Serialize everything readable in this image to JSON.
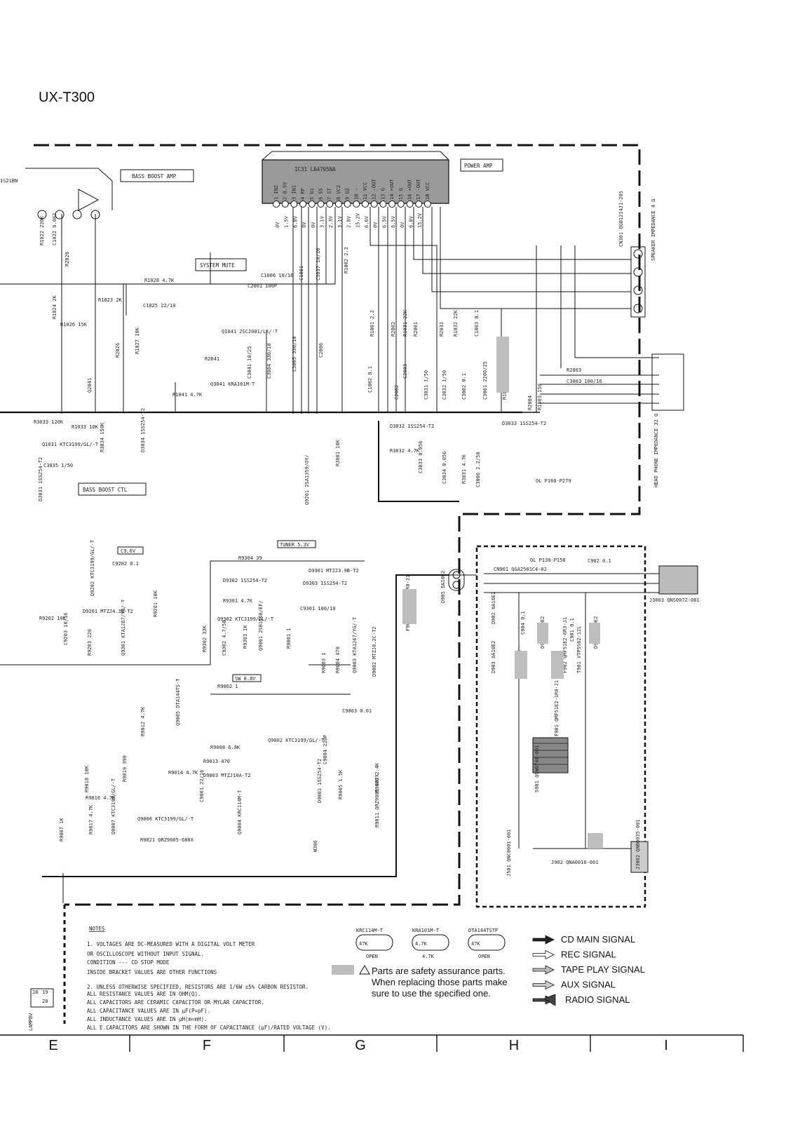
{
  "model": "UX-T300",
  "blocks": {
    "bass_boost_amp": "BASS BOOST AMP",
    "power_amp": "POWER AMP",
    "system_mute": "SYSTEM MUTE",
    "bass_boost_ctl": "BASS BOOST CTL",
    "ic": "IC31 LA4705NA",
    "c9_6v": "C9.6V",
    "tuner_5_3v": "TUNER 5.3V",
    "sw_8_8v": "SW 8.8V",
    "ol_1": "OL P160-P279",
    "ol_2": "OL P130-P158",
    "ic_left": "1S21BN"
  },
  "ic_pins": [
    "1 IN2",
    "2 0.5V",
    "3 IN1",
    "4 RF",
    "5 G1",
    "6 SS",
    "7 ST",
    "8 VC2",
    "9 G2",
    "10 -",
    "11 VCC",
    "12 -OUT",
    "13 G",
    "14 +OUT",
    "15 G",
    "16 +OUT",
    "17 -OUT",
    "18 VCC"
  ],
  "pin_voltages": [
    "0V",
    "1.5V",
    "6.8V",
    "0V",
    "0V",
    "3.1V",
    "2.3V",
    "3.1V",
    "2.0V",
    "15.2V",
    "6.6V",
    "0V",
    "6.5V",
    "6.5V",
    "0V",
    "6.8V",
    "15.2V"
  ],
  "components": [
    {
      "id": "R1022",
      "val": "220K"
    },
    {
      "id": "C1022",
      "val": "0.082"
    },
    {
      "id": "R2028",
      "val": ""
    },
    {
      "id": "R1028",
      "val": "4.7K"
    },
    {
      "id": "C1025",
      "val": "22/10"
    },
    {
      "id": "R1023",
      "val": "2K"
    },
    {
      "id": "R1024",
      "val": "2K"
    },
    {
      "id": "R1026",
      "val": "15K"
    },
    {
      "id": "R2026",
      "val": ""
    },
    {
      "id": "R1027",
      "val": "10K"
    },
    {
      "id": "Q2041",
      "val": ""
    },
    {
      "id": "R2041",
      "val": ""
    },
    {
      "id": "Q1041",
      "val": "2SC2001/LK/-T"
    },
    {
      "id": "R1041",
      "val": "4.7K"
    },
    {
      "id": "Q3041",
      "val": "KRA101M-T"
    },
    {
      "id": "C3041",
      "val": "10/25"
    },
    {
      "id": "C3004",
      "val": "330/10"
    },
    {
      "id": "C3005",
      "val": "330/10"
    },
    {
      "id": "C2006",
      "val": ""
    },
    {
      "id": "C1006",
      "val": "10/16"
    },
    {
      "id": "C2001",
      "val": "100P"
    },
    {
      "id": "C1001",
      "val": ""
    },
    {
      "id": "C3037",
      "val": "10/16"
    },
    {
      "id": "R1002",
      "val": "2.2"
    },
    {
      "id": "R1001",
      "val": "2.2"
    },
    {
      "id": "R2002",
      "val": ""
    },
    {
      "id": "R2001",
      "val": ""
    },
    {
      "id": "R1031",
      "val": "22K"
    },
    {
      "id": "R2032",
      "val": ""
    },
    {
      "id": "R1032",
      "val": "22K"
    },
    {
      "id": "C1003",
      "val": "0.1"
    },
    {
      "id": "C1002",
      "val": "0.1"
    },
    {
      "id": "C2002",
      "val": ""
    },
    {
      "id": "C2003",
      "val": ""
    },
    {
      "id": "C3031",
      "val": "1/50"
    },
    {
      "id": "C3032",
      "val": "1/50"
    },
    {
      "id": "C3002",
      "val": "0.1"
    },
    {
      "id": "C3001",
      "val": "2200/25"
    },
    {
      "id": "R1004",
      "val": "470"
    },
    {
      "id": "R2004",
      "val": ""
    },
    {
      "id": "R1003",
      "val": "150"
    },
    {
      "id": "R2003",
      "val": ""
    },
    {
      "id": "C3003",
      "val": "100/16"
    },
    {
      "id": "D3033",
      "val": "1SS254-T2"
    },
    {
      "id": "R3033",
      "val": "120K"
    },
    {
      "id": "R1033",
      "val": "10K"
    },
    {
      "id": "Q1031",
      "val": "KTC3199/GL/-T"
    },
    {
      "id": "C3035",
      "val": "1/50"
    },
    {
      "id": "R3034",
      "val": "150K"
    },
    {
      "id": "D3034",
      "val": "1SS254-T2"
    },
    {
      "id": "D3031",
      "val": "1SS254-T2"
    },
    {
      "id": "D3032",
      "val": "1SS254-T2"
    },
    {
      "id": "R3032",
      "val": "4.7K"
    },
    {
      "id": "C3033",
      "val": "0.056"
    },
    {
      "id": "C3034",
      "val": "0.056"
    },
    {
      "id": "R3031",
      "val": "4.7K"
    },
    {
      "id": "C3006",
      "val": "2.2/50"
    },
    {
      "id": "R3001",
      "val": "10K"
    },
    {
      "id": "Q9201",
      "val": "2SA1359/OY/"
    },
    {
      "id": "C9202",
      "val": "0.1"
    },
    {
      "id": "Q9202",
      "val": "KTC3199/GL/-T"
    },
    {
      "id": "D9201",
      "val": "MTZJ4.3B-T2"
    },
    {
      "id": "R9201",
      "val": "10K"
    },
    {
      "id": "R9202",
      "val": "10K"
    },
    {
      "id": "C9203",
      "val": "10/16"
    },
    {
      "id": "R9203",
      "val": "220"
    },
    {
      "id": "Q9301",
      "val": "KTA1267/YG/-T"
    },
    {
      "id": "R9304",
      "val": "39"
    },
    {
      "id": "D9301",
      "val": "MTZJ3.9B-T2"
    },
    {
      "id": "D9303",
      "val": "1SS254-T2"
    },
    {
      "id": "D9302",
      "val": "1SS254-T2"
    },
    {
      "id": "R9301",
      "val": "4.7K"
    },
    {
      "id": "Q9302",
      "val": "KTC3199/GL/-T"
    },
    {
      "id": "C9301",
      "val": "100/10"
    },
    {
      "id": "R9302",
      "val": "33K"
    },
    {
      "id": "C9302",
      "val": "4.7/50"
    },
    {
      "id": "R9303",
      "val": "1K"
    },
    {
      "id": "Q9001",
      "val": "2SB1568/EF/"
    },
    {
      "id": "R9001",
      "val": "1"
    },
    {
      "id": "R9002",
      "val": "1"
    },
    {
      "id": "R9003",
      "val": "1"
    },
    {
      "id": "R9004",
      "val": "470"
    },
    {
      "id": "Q9003",
      "val": "KTA1267/YG/-T"
    },
    {
      "id": "D9002",
      "val": "MTZJ8.2C-T2"
    },
    {
      "id": "C9003",
      "val": "0.01"
    },
    {
      "id": "R9012",
      "val": "4.7K"
    },
    {
      "id": "Q9005",
      "val": "DTA144TS-T"
    },
    {
      "id": "R9008",
      "val": "6.8K"
    },
    {
      "id": "Q9002",
      "val": "KTC3199/GL/-T"
    },
    {
      "id": "C9004",
      "val": "220P"
    },
    {
      "id": "R9013",
      "val": "470"
    },
    {
      "id": "R9014",
      "val": "4.7K"
    },
    {
      "id": "D9003",
      "val": "MTZJ10A-T2"
    },
    {
      "id": "C9001",
      "val": "22/16"
    },
    {
      "id": "R9018",
      "val": "10K"
    },
    {
      "id": "R9019",
      "val": "390"
    },
    {
      "id": "R9016",
      "val": "4.7K"
    },
    {
      "id": "R9017",
      "val": "4.7K"
    },
    {
      "id": "Q9006",
      "val": "KTC3199/GL/-T"
    },
    {
      "id": "Q9007",
      "val": "KTC3199/GL/-T"
    },
    {
      "id": "R9021",
      "val": "QRZ9005-680X"
    },
    {
      "id": "R9007",
      "val": "1K"
    },
    {
      "id": "Q9004",
      "val": "KRC114M-T"
    },
    {
      "id": "D9001",
      "val": "1SS254-T2"
    },
    {
      "id": "R9005",
      "val": "1.5K"
    },
    {
      "id": "R9006",
      "val": "2.4K"
    },
    {
      "id": "R9011",
      "val": "QRZ9005-4R7X"
    },
    {
      "id": "W306",
      "val": ""
    },
    {
      "id": "F903",
      "val": "QMF51E2-5R0-J1"
    },
    {
      "id": "D905",
      "val": "6A10E2"
    },
    {
      "id": "CN901",
      "val": "QGA2501C4-02"
    },
    {
      "id": "C902",
      "val": "0.1"
    },
    {
      "id": "D902",
      "val": "6A10E2"
    },
    {
      "id": "C904",
      "val": "0.1"
    },
    {
      "id": "D904",
      "val": "6A10E2"
    },
    {
      "id": "C901",
      "val": "0.1"
    },
    {
      "id": "D901",
      "val": "6A10E2"
    },
    {
      "id": "D903",
      "val": "6A10E2"
    },
    {
      "id": "C903",
      "val": "0.1"
    },
    {
      "id": "F902",
      "val": "QMF51E2-6R3-J1"
    },
    {
      "id": "T901",
      "val": "VTP5S62-12L"
    },
    {
      "id": "F901",
      "val": "QMF51E2-1R0-J1"
    },
    {
      "id": "S901",
      "val": "QSW0740-001"
    },
    {
      "id": "J501",
      "val": "QNC0001-001"
    },
    {
      "id": "J902",
      "val": "QNA0016-001"
    },
    {
      "id": "J3002",
      "val": "QNB0035-001"
    },
    {
      "id": "J3003",
      "val": "QNS0072-001"
    },
    {
      "id": "CN301",
      "val": "QGB1214J1-20S"
    }
  ],
  "connectors": {
    "speaker": "SPEAKER IMPEDANCE 4 Ω",
    "headphone": "HEAD PHONE IMPEDANCE 32 Ω",
    "lampbv": "LAMPBV",
    "pins_cn301": [
      "18",
      "19",
      "20"
    ]
  },
  "device_icons": [
    {
      "name": "KRC114M-T",
      "r": "47K",
      "label": "OPEN"
    },
    {
      "name": "KRA101M-T",
      "r": "4.7K",
      "label": "4.7K"
    },
    {
      "name": "DTA144TSTP",
      "r": "47K",
      "label": "OPEN"
    }
  ],
  "notes": {
    "title": "NOTES",
    "lines": [
      "1. VOLTAGES ARE DC-MEASURED WITH A DIGITAL VOLT METER",
      "   OR OSCILLOSCOPE WITHOUT INPUT SIGNAL.",
      "   CONDITION ---     CD STOP MODE",
      "   INSIDE BRACKET VALUES ARE OTHER FUNCTIONS",
      "2. UNLESS OTHERWISE SPECIFIED, RESISTORS ARE 1/6W ±5% CARBON RESISTOR.",
      "   ALL RESISTANCE VALUES ARE IN OHM(Ω).",
      "   ALL CAPACITORS ARE CERAMIC CAPACITOR OR MYLAR CAPACITOR.",
      "   ALL CAPACITANCE VALUES ARE IN μF(P=pF).",
      "   ALL INDUCTANCE VALUES ARE IN μH(m=mH).",
      "   ALL E.CAPACITORS ARE SHOWN IN THE FORM OF CAPACITANCE (μF)/RATED VOLTAGE (V)."
    ]
  },
  "safety_note": [
    "Parts are safety assurance parts.",
    "When replacing those parts make",
    "sure to use the specified one."
  ],
  "legend": [
    {
      "label": "CD MAIN SIGNAL",
      "color": "#222222"
    },
    {
      "label": "REC SIGNAL",
      "color": "#ffffff"
    },
    {
      "label": "TAPE PLAY SIGNAL",
      "color": "#bbbbbb"
    },
    {
      "label": "AUX SIGNAL",
      "color": "#cccccc"
    },
    {
      "label": "RADIO SIGNAL",
      "color": "#444444"
    }
  ],
  "columns": [
    "E",
    "F",
    "G",
    "H",
    "I"
  ]
}
